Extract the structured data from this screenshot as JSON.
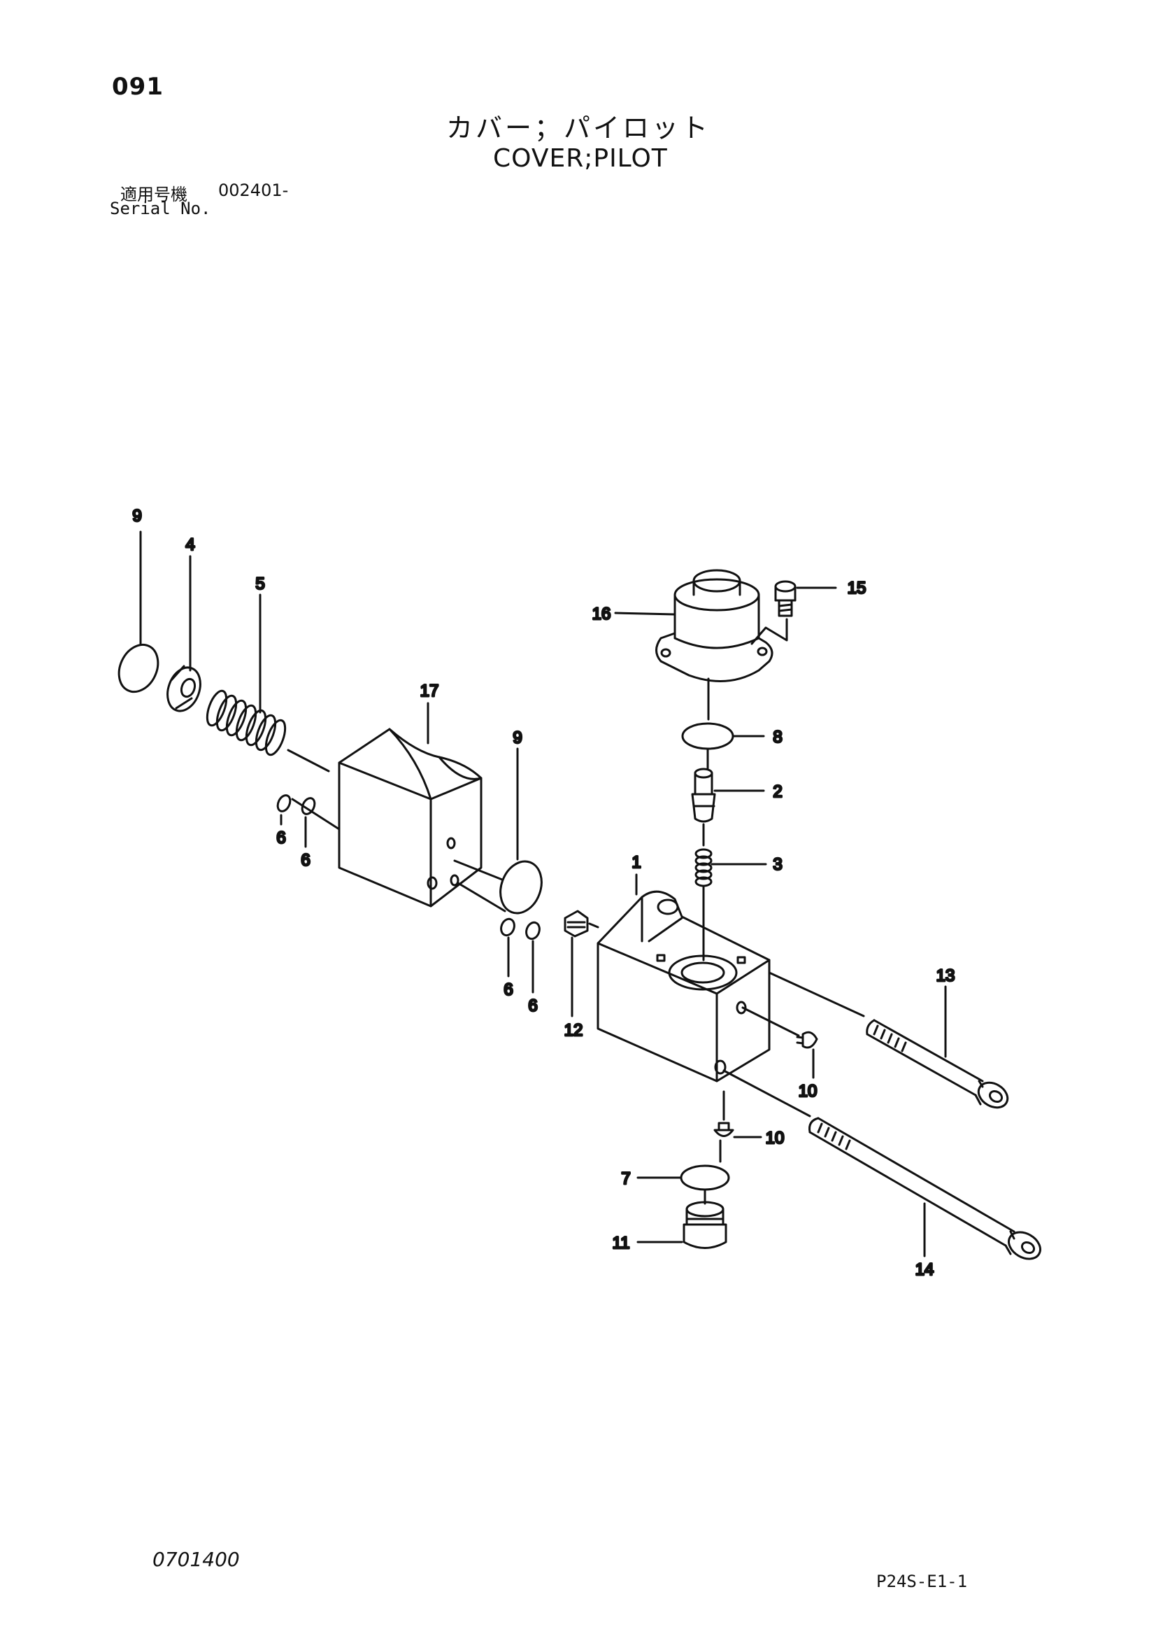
{
  "header": {
    "page_number": "091",
    "title_jp": "カバー；パイロット",
    "title_en": "COVER;PILOT",
    "serial_label_jp": "適用号機",
    "serial_value": "002401-",
    "serial_label_en": "Serial No."
  },
  "footer": {
    "doc_code": "0701400",
    "page_ref": "P24S-E1-1"
  },
  "callouts": [
    {
      "id": "c9a",
      "label": "9"
    },
    {
      "id": "c4",
      "label": "4"
    },
    {
      "id": "c5",
      "label": "5"
    },
    {
      "id": "c17",
      "label": "17"
    },
    {
      "id": "c9b",
      "label": "9"
    },
    {
      "id": "c6a",
      "label": "6"
    },
    {
      "id": "c6b",
      "label": "6"
    },
    {
      "id": "c6c",
      "label": "6"
    },
    {
      "id": "c6d",
      "label": "6"
    },
    {
      "id": "c16",
      "label": "16"
    },
    {
      "id": "c15",
      "label": "15"
    },
    {
      "id": "c8",
      "label": "8"
    },
    {
      "id": "c2",
      "label": "2"
    },
    {
      "id": "c1",
      "label": "1"
    },
    {
      "id": "c3",
      "label": "3"
    },
    {
      "id": "c12",
      "label": "12"
    },
    {
      "id": "c13",
      "label": "13"
    },
    {
      "id": "c10a",
      "label": "10"
    },
    {
      "id": "c10b",
      "label": "10"
    },
    {
      "id": "c7",
      "label": "7"
    },
    {
      "id": "c11",
      "label": "11"
    },
    {
      "id": "c14",
      "label": "14"
    }
  ]
}
